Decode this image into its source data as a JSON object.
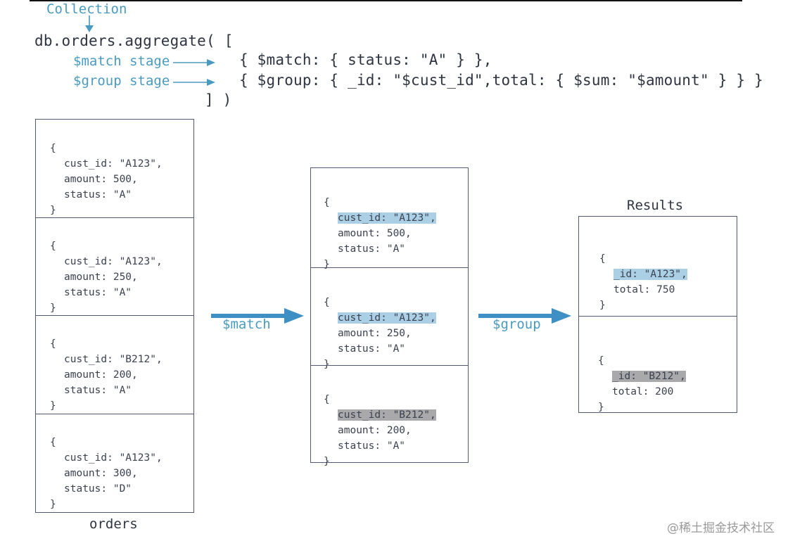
{
  "header": {
    "collection_label": "Collection",
    "code_line1": "db.orders.aggregate( [",
    "match_stage_label": "$match stage",
    "group_stage_label": "$group stage",
    "match_code": "{ $match: { status: \"A\" } },",
    "group_code": "{ $group: { _id: \"$cust_id\",total: { $sum: \"$amount\" } } }",
    "code_close": "] )"
  },
  "orders": {
    "caption": "orders",
    "docs": [
      {
        "open": "{",
        "cust_id": "cust_id: \"A123\",",
        "amount": "amount: 500,",
        "status": "status: \"A\"",
        "close": "}"
      },
      {
        "open": "{",
        "cust_id": "cust_id: \"A123\",",
        "amount": "amount: 250,",
        "status": "status: \"A\"",
        "close": "}"
      },
      {
        "open": "{",
        "cust_id": "cust_id: \"B212\",",
        "amount": "amount: 200,",
        "status": "status: \"A\"",
        "close": "}"
      },
      {
        "open": "{",
        "cust_id": "cust_id: \"A123\",",
        "amount": "amount: 300,",
        "status": "status: \"D\"",
        "close": "}"
      }
    ]
  },
  "match_arrow_label": "$match",
  "matched": {
    "docs": [
      {
        "open": "{",
        "cust_id": "cust_id: \"A123\",",
        "highlight": "blue",
        "amount": "amount: 500,",
        "status": "status: \"A\"",
        "close": "}"
      },
      {
        "open": "{",
        "cust_id": "cust_id: \"A123\",",
        "highlight": "blue",
        "amount": "amount: 250,",
        "status": "status: \"A\"",
        "close": "}"
      },
      {
        "open": "{",
        "cust_id": "cust_id: \"B212\",",
        "highlight": "gray",
        "amount": "amount: 200,",
        "status": "status: \"A\"",
        "close": "}"
      }
    ]
  },
  "group_arrow_label": "$group",
  "results": {
    "caption": "Results",
    "docs": [
      {
        "open": "{",
        "id": "_id: \"A123\",",
        "highlight": "blue",
        "total": "total: 750",
        "close": "}"
      },
      {
        "open": "{",
        "id": "_id: \"B212\",",
        "highlight": "gray",
        "total": "total: 200",
        "close": "}"
      }
    ]
  },
  "colors": {
    "accent_blue": "#4a9bbf",
    "highlight_blue": "#abd0e6",
    "highlight_gray": "#a9a9ab",
    "box_border": "#525874"
  },
  "watermark": "@稀土掘金技术社区"
}
